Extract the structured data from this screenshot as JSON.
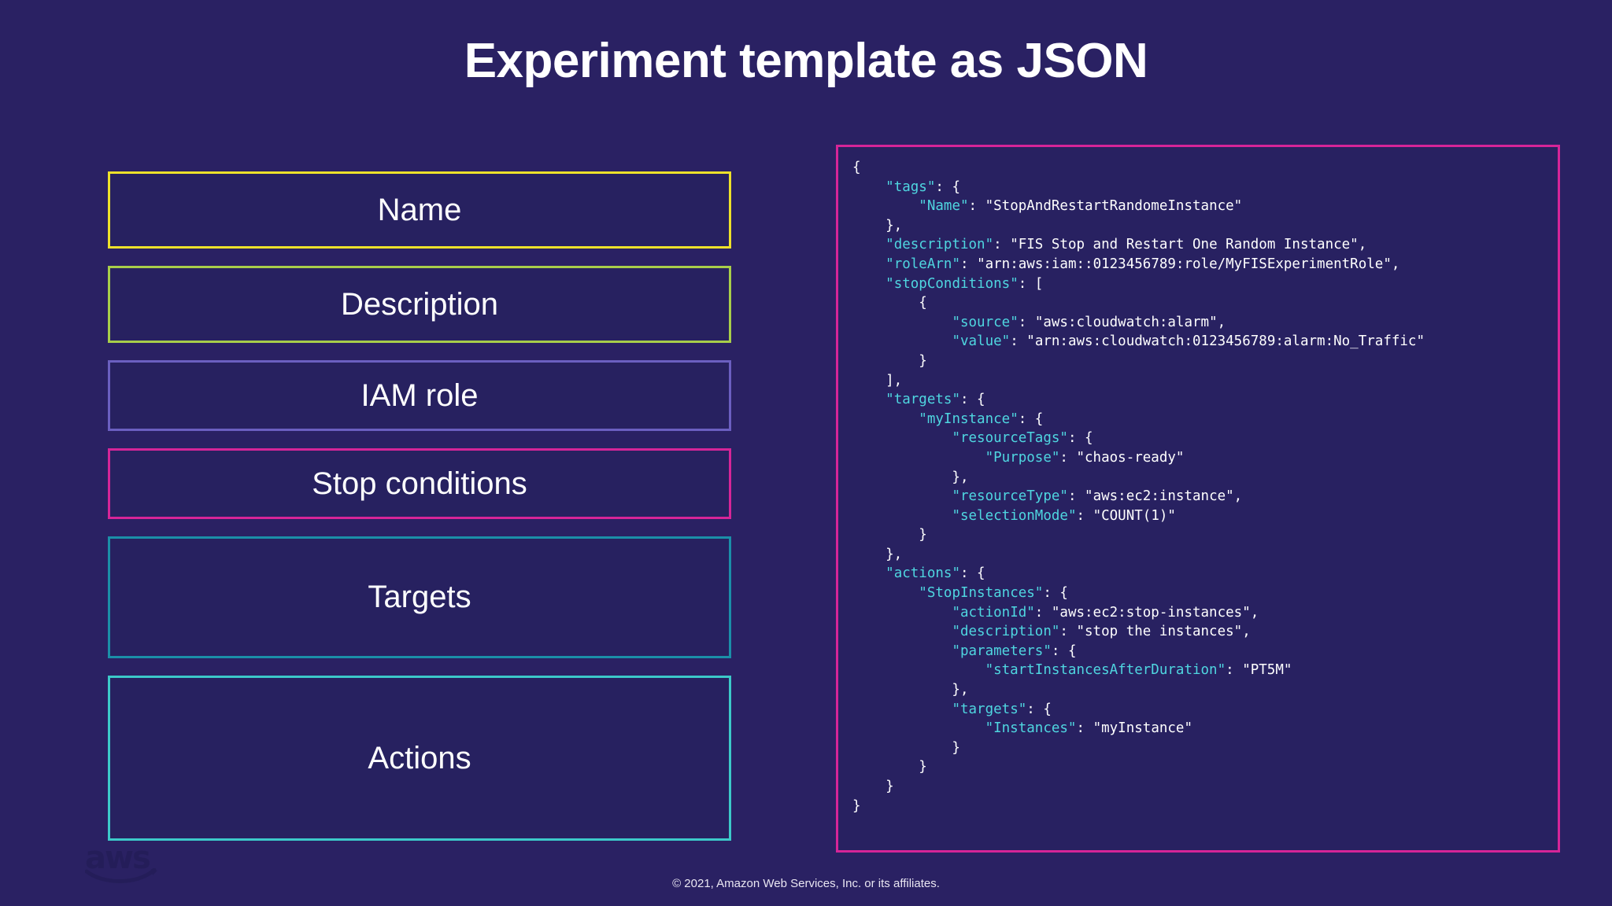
{
  "page": {
    "title": "Experiment template as JSON",
    "background_color": "#2a2163",
    "footer": "© 2021, Amazon Web Services, Inc. or its affiliates.",
    "watermark": "aws"
  },
  "components": {
    "boxes": [
      {
        "label": "Name",
        "border_color": "#ede12b"
      },
      {
        "label": "Description",
        "border_color": "#a8ce4a"
      },
      {
        "label": "IAM role",
        "border_color": "#6b5fc0"
      },
      {
        "label": "Stop conditions",
        "border_color": "#d62598"
      },
      {
        "label": "Targets",
        "border_color": "#1b8fa8"
      },
      {
        "label": "Actions",
        "border_color": "#3cc9c9"
      }
    ]
  },
  "json_panel": {
    "border_color": "#d62598",
    "key_color": "#4fd6e0",
    "value_color": "#ffffff",
    "lines": [
      [
        {
          "t": "p",
          "s": "{"
        }
      ],
      [
        {
          "t": "p",
          "s": "    "
        },
        {
          "t": "k",
          "s": "\"tags\""
        },
        {
          "t": "p",
          "s": ": {"
        }
      ],
      [
        {
          "t": "p",
          "s": "        "
        },
        {
          "t": "k",
          "s": "\"Name\""
        },
        {
          "t": "p",
          "s": ": "
        },
        {
          "t": "v",
          "s": "\"StopAndRestartRandomeInstance\""
        }
      ],
      [
        {
          "t": "p",
          "s": "    },"
        }
      ],
      [
        {
          "t": "p",
          "s": "    "
        },
        {
          "t": "k",
          "s": "\"description\""
        },
        {
          "t": "p",
          "s": ": "
        },
        {
          "t": "v",
          "s": "\"FIS Stop and Restart One Random Instance\","
        }
      ],
      [
        {
          "t": "p",
          "s": "    "
        },
        {
          "t": "k",
          "s": "\"roleArn\""
        },
        {
          "t": "p",
          "s": ": "
        },
        {
          "t": "v",
          "s": "\"arn:aws:iam::0123456789:role/MyFISExperimentRole\","
        }
      ],
      [
        {
          "t": "p",
          "s": "    "
        },
        {
          "t": "k",
          "s": "\"stopConditions\""
        },
        {
          "t": "p",
          "s": ": ["
        }
      ],
      [
        {
          "t": "p",
          "s": "        {"
        }
      ],
      [
        {
          "t": "p",
          "s": "            "
        },
        {
          "t": "k",
          "s": "\"source\""
        },
        {
          "t": "p",
          "s": ": "
        },
        {
          "t": "v",
          "s": "\"aws:cloudwatch:alarm\","
        }
      ],
      [
        {
          "t": "p",
          "s": "            "
        },
        {
          "t": "k",
          "s": "\"value\""
        },
        {
          "t": "p",
          "s": ": "
        },
        {
          "t": "v",
          "s": "\"arn:aws:cloudwatch:0123456789:alarm:No_Traffic\""
        }
      ],
      [
        {
          "t": "p",
          "s": "        }"
        }
      ],
      [
        {
          "t": "p",
          "s": "    ],"
        }
      ],
      [
        {
          "t": "p",
          "s": "    "
        },
        {
          "t": "k",
          "s": "\"targets\""
        },
        {
          "t": "p",
          "s": ": {"
        }
      ],
      [
        {
          "t": "p",
          "s": "        "
        },
        {
          "t": "k",
          "s": "\"myInstance\""
        },
        {
          "t": "p",
          "s": ": {"
        }
      ],
      [
        {
          "t": "p",
          "s": "            "
        },
        {
          "t": "k",
          "s": "\"resourceTags\""
        },
        {
          "t": "p",
          "s": ": {"
        }
      ],
      [
        {
          "t": "p",
          "s": "                "
        },
        {
          "t": "k",
          "s": "\"Purpose\""
        },
        {
          "t": "p",
          "s": ": "
        },
        {
          "t": "v",
          "s": "\"chaos-ready\""
        }
      ],
      [
        {
          "t": "p",
          "s": "            },"
        }
      ],
      [
        {
          "t": "p",
          "s": "            "
        },
        {
          "t": "k",
          "s": "\"resourceType\""
        },
        {
          "t": "p",
          "s": ": "
        },
        {
          "t": "v",
          "s": "\"aws:ec2:instance\","
        }
      ],
      [
        {
          "t": "p",
          "s": "            "
        },
        {
          "t": "k",
          "s": "\"selectionMode\""
        },
        {
          "t": "p",
          "s": ": "
        },
        {
          "t": "v",
          "s": "\"COUNT(1)\""
        }
      ],
      [
        {
          "t": "p",
          "s": "        }"
        }
      ],
      [
        {
          "t": "p",
          "s": "    },"
        }
      ],
      [
        {
          "t": "p",
          "s": "    "
        },
        {
          "t": "k",
          "s": "\"actions\""
        },
        {
          "t": "p",
          "s": ": {"
        }
      ],
      [
        {
          "t": "p",
          "s": "        "
        },
        {
          "t": "k",
          "s": "\"StopInstances\""
        },
        {
          "t": "p",
          "s": ": {"
        }
      ],
      [
        {
          "t": "p",
          "s": "            "
        },
        {
          "t": "k",
          "s": "\"actionId\""
        },
        {
          "t": "p",
          "s": ": "
        },
        {
          "t": "v",
          "s": "\"aws:ec2:stop-instances\","
        }
      ],
      [
        {
          "t": "p",
          "s": "            "
        },
        {
          "t": "k",
          "s": "\"description\""
        },
        {
          "t": "p",
          "s": ": "
        },
        {
          "t": "v",
          "s": "\"stop the instances\","
        }
      ],
      [
        {
          "t": "p",
          "s": "            "
        },
        {
          "t": "k",
          "s": "\"parameters\""
        },
        {
          "t": "p",
          "s": ": {"
        }
      ],
      [
        {
          "t": "p",
          "s": "                "
        },
        {
          "t": "k",
          "s": "\"startInstancesAfterDuration\""
        },
        {
          "t": "p",
          "s": ": "
        },
        {
          "t": "v",
          "s": "\"PT5M\""
        }
      ],
      [
        {
          "t": "p",
          "s": "            },"
        }
      ],
      [
        {
          "t": "p",
          "s": "            "
        },
        {
          "t": "k",
          "s": "\"targets\""
        },
        {
          "t": "p",
          "s": ": {"
        }
      ],
      [
        {
          "t": "p",
          "s": "                "
        },
        {
          "t": "k",
          "s": "\"Instances\""
        },
        {
          "t": "p",
          "s": ": "
        },
        {
          "t": "v",
          "s": "\"myInstance\""
        }
      ],
      [
        {
          "t": "p",
          "s": "            }"
        }
      ],
      [
        {
          "t": "p",
          "s": "        }"
        }
      ],
      [
        {
          "t": "p",
          "s": "    }"
        }
      ],
      [
        {
          "t": "p",
          "s": "}"
        }
      ]
    ]
  }
}
